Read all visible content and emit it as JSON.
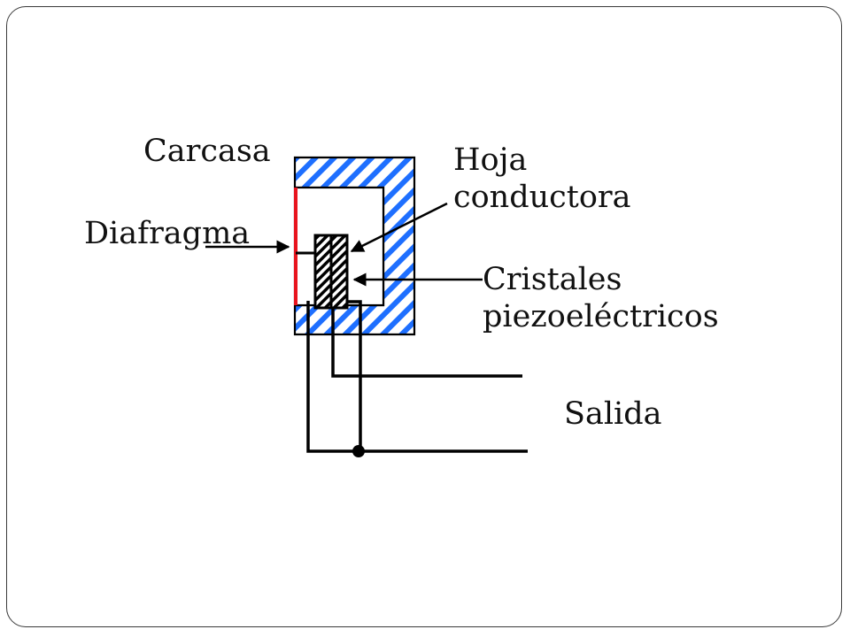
{
  "labels": {
    "housing": "Carcasa",
    "diaphragm": "Diafragma",
    "conductive_sheet_line1": "Hoja",
    "conductive_sheet_line2": "conductora",
    "crystals_line1": "Cristales",
    "crystals_line2": "piezoeléctricos",
    "output": "Salida"
  },
  "colors": {
    "housing_hatch": "#1e6fff",
    "diaphragm": "#e8141e",
    "lines": "#000000",
    "frame": "#3a3a3a"
  }
}
